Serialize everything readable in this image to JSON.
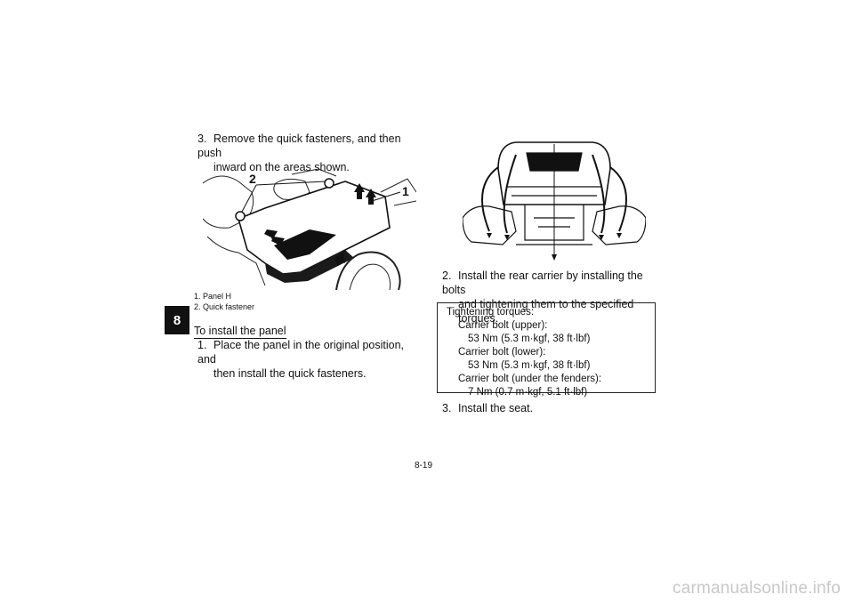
{
  "chapter": "8",
  "left": {
    "step3": {
      "num": "3.",
      "line1": "Remove the quick fasteners, and then push",
      "line2": "inward on the areas shown."
    },
    "figure_callouts": {
      "c1": "1",
      "c2": "2"
    },
    "legend": [
      "1. Panel H",
      "2. Quick fastener"
    ],
    "subheading": "To install the panel",
    "step1": {
      "num": "1.",
      "line1": "Place the panel in the original position, and",
      "line2": "then install the quick fasteners."
    }
  },
  "right": {
    "step2": {
      "num": "2.",
      "line1": "Install the rear carrier by installing the bolts",
      "line2": "and tightening them to the specified torques."
    },
    "torques": {
      "title": "Tightening torques:",
      "upper_label": "Carrier bolt (upper):",
      "upper_value": "53 Nm (5.3 m·kgf, 38 ft·lbf)",
      "lower_label": "Carrier bolt (lower):",
      "lower_value": "53 Nm (5.3 m·kgf, 38 ft·lbf)",
      "fender_label": "Carrier bolt (under the fenders):",
      "fender_value": "7 Nm (0.7 m·kgf, 5.1 ft·lbf)"
    },
    "step3": {
      "num": "3.",
      "line1": "Install the seat."
    }
  },
  "page_number": "8-19",
  "watermark": "carmanualsonline.info"
}
